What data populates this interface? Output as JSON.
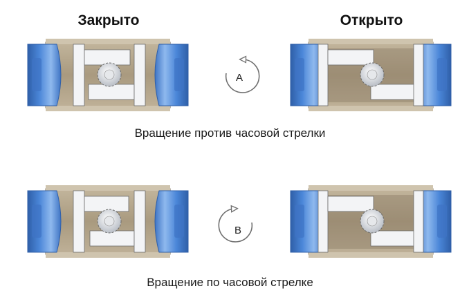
{
  "headers": {
    "closed": "Закрыто",
    "open": "Открыто"
  },
  "rows": [
    {
      "caption": "Вращение против часовой стрелки",
      "arrow_letter": "A",
      "direction": "counterclockwise"
    },
    {
      "caption": "Вращение по часовой стрелке",
      "arrow_letter": "B",
      "direction": "clockwise"
    }
  ],
  "colors": {
    "end_cap_blue": "#4a86d8",
    "end_cap_highlight": "#8fb9ee",
    "end_cap_shadow": "#2f5fa8",
    "body_tan": "#b5a78d",
    "body_dark": "#7a6c58",
    "piston_white": "#f3f4f6",
    "piston_outline": "#6b6b6b",
    "pinion_gray": "#c9cdd3",
    "arrow_gray": "#707070"
  }
}
